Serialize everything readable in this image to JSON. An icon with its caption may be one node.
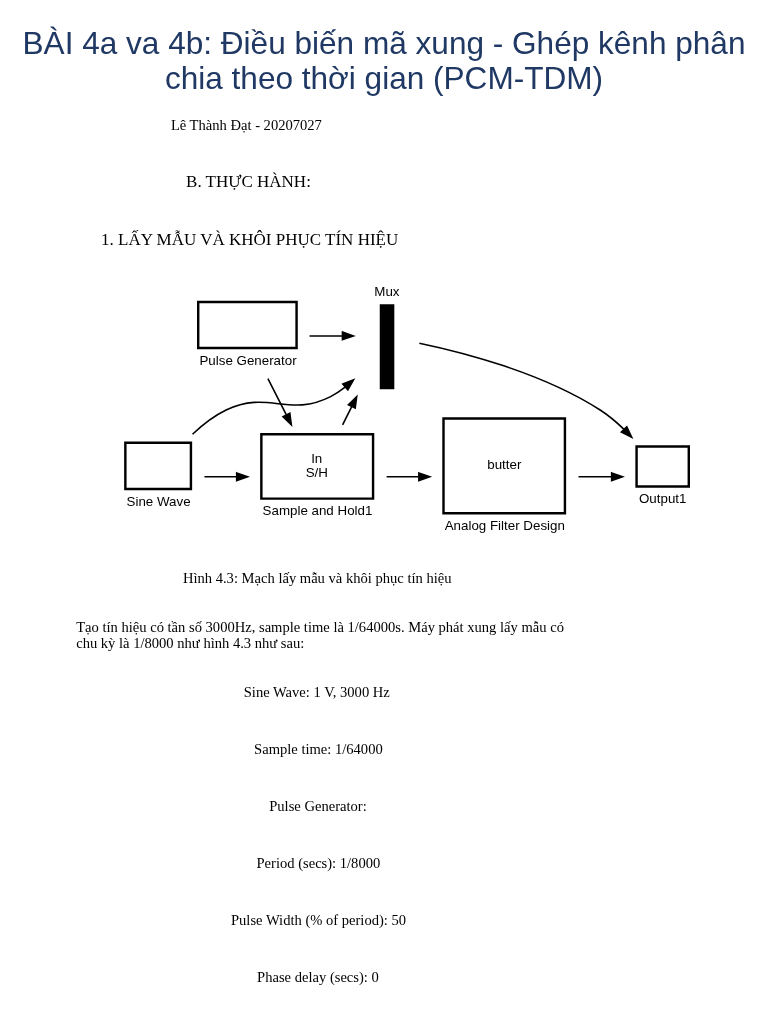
{
  "diagram": {
    "title": "BÀI 4a va 4b: Điều biến mã xung - Ghép kênh phân chia theo thời gian (PCM-TDM)",
    "caption": "Hình 4.3: Mạch lấy mẫu và khôi phục tín hiệu",
    "nodes": [
      {
        "text": [],
        "shape": "box",
        "beside": [
          "Pulse Generator"
        ]
      },
      {
        "text": [],
        "shape": "box",
        "beside": [
          "Sine Wave"
        ]
      },
      {
        "text": [
          "In",
          "S/H"
        ],
        "beside": [
          "Sample and Hold1"
        ]
      },
      {
        "text": [],
        "shape": "bar",
        "beside": [
          "Mux"
        ]
      },
      {
        "text": [
          "butter"
        ],
        "beside": [
          "Analog Filter Design"
        ]
      },
      {
        "text": [],
        "shape": "box",
        "beside": [
          "Output1"
        ]
      }
    ],
    "edges": [
      {
        "from": 0,
        "to": 2,
        "arrow": "to"
      },
      {
        "from": 0,
        "to": 3,
        "arrow": "to"
      },
      {
        "from": 1,
        "to": 2,
        "arrow": "to"
      },
      {
        "from": 1,
        "to": 3,
        "arrow": "to"
      },
      {
        "from": 2,
        "to": 3,
        "arrow": "to"
      },
      {
        "from": 2,
        "to": 4,
        "arrow": "to"
      },
      {
        "from": 3,
        "to": 5,
        "arrow": "to"
      },
      {
        "from": 4,
        "to": 5,
        "arrow": "to"
      }
    ],
    "labels": [
      "Lê Thành Đạt - 20207027",
      "B. THỰC HÀNH:",
      "1. LẤY MẪU VÀ KHÔI PHỤC TÍN HIỆU",
      "Tạo tín hiệu có tần số 3000Hz, sample time là 1/64000s. Máy phát xung lấy mẫu có chu kỳ là 1/8000 như hình 4.3 như sau:",
      "Sine Wave: 1 V, 3000 Hz",
      "Sample time: 1/64000",
      "Pulse Generator:",
      "Period (secs): 1/8000",
      "Pulse Width (% of period): 50",
      "Phase delay (secs): 0"
    ]
  }
}
